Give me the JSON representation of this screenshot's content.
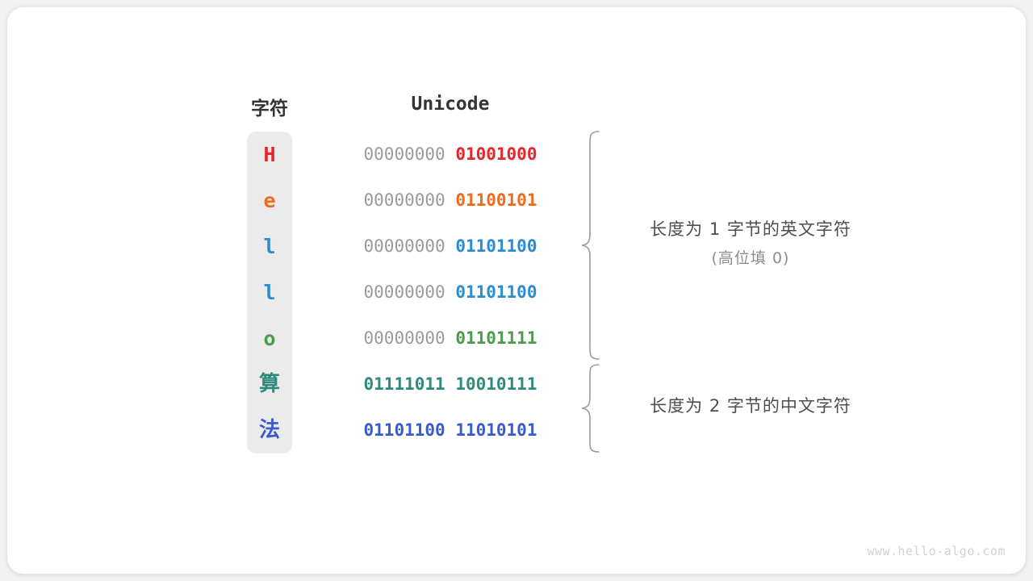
{
  "figure": {
    "headers": {
      "character": "字符",
      "unicode": "Unicode"
    },
    "rows": [
      {
        "char": "H",
        "color": "#e8262a",
        "high_byte": "00000000",
        "low_byte": "01001000",
        "high_dim": true,
        "cjk": false
      },
      {
        "char": "e",
        "color": "#ed6d1f",
        "high_byte": "00000000",
        "low_byte": "01100101",
        "high_dim": true,
        "cjk": false
      },
      {
        "char": "l",
        "color": "#2b8cd4",
        "high_byte": "00000000",
        "low_byte": "01101100",
        "high_dim": true,
        "cjk": false
      },
      {
        "char": "l",
        "color": "#2b8cd4",
        "high_byte": "00000000",
        "low_byte": "01101100",
        "high_dim": true,
        "cjk": false
      },
      {
        "char": "o",
        "color": "#4c9a4c",
        "high_byte": "00000000",
        "low_byte": "01101111",
        "high_dim": true,
        "cjk": false
      },
      {
        "char": "算",
        "color": "#2f8a7e",
        "high_byte": "01111011",
        "low_byte": "10010111",
        "high_dim": false,
        "cjk": true
      },
      {
        "char": "法",
        "color": "#3a5bcd",
        "high_byte": "01101100",
        "low_byte": "11010101",
        "high_dim": false,
        "cjk": true
      }
    ],
    "annotations": [
      {
        "main": "长度为 1 字节的英文字符",
        "sub": "(高位填 0)"
      },
      {
        "main": "长度为 2 字节的中文字符",
        "sub": ""
      }
    ],
    "watermark": "www.hello-algo.com"
  }
}
